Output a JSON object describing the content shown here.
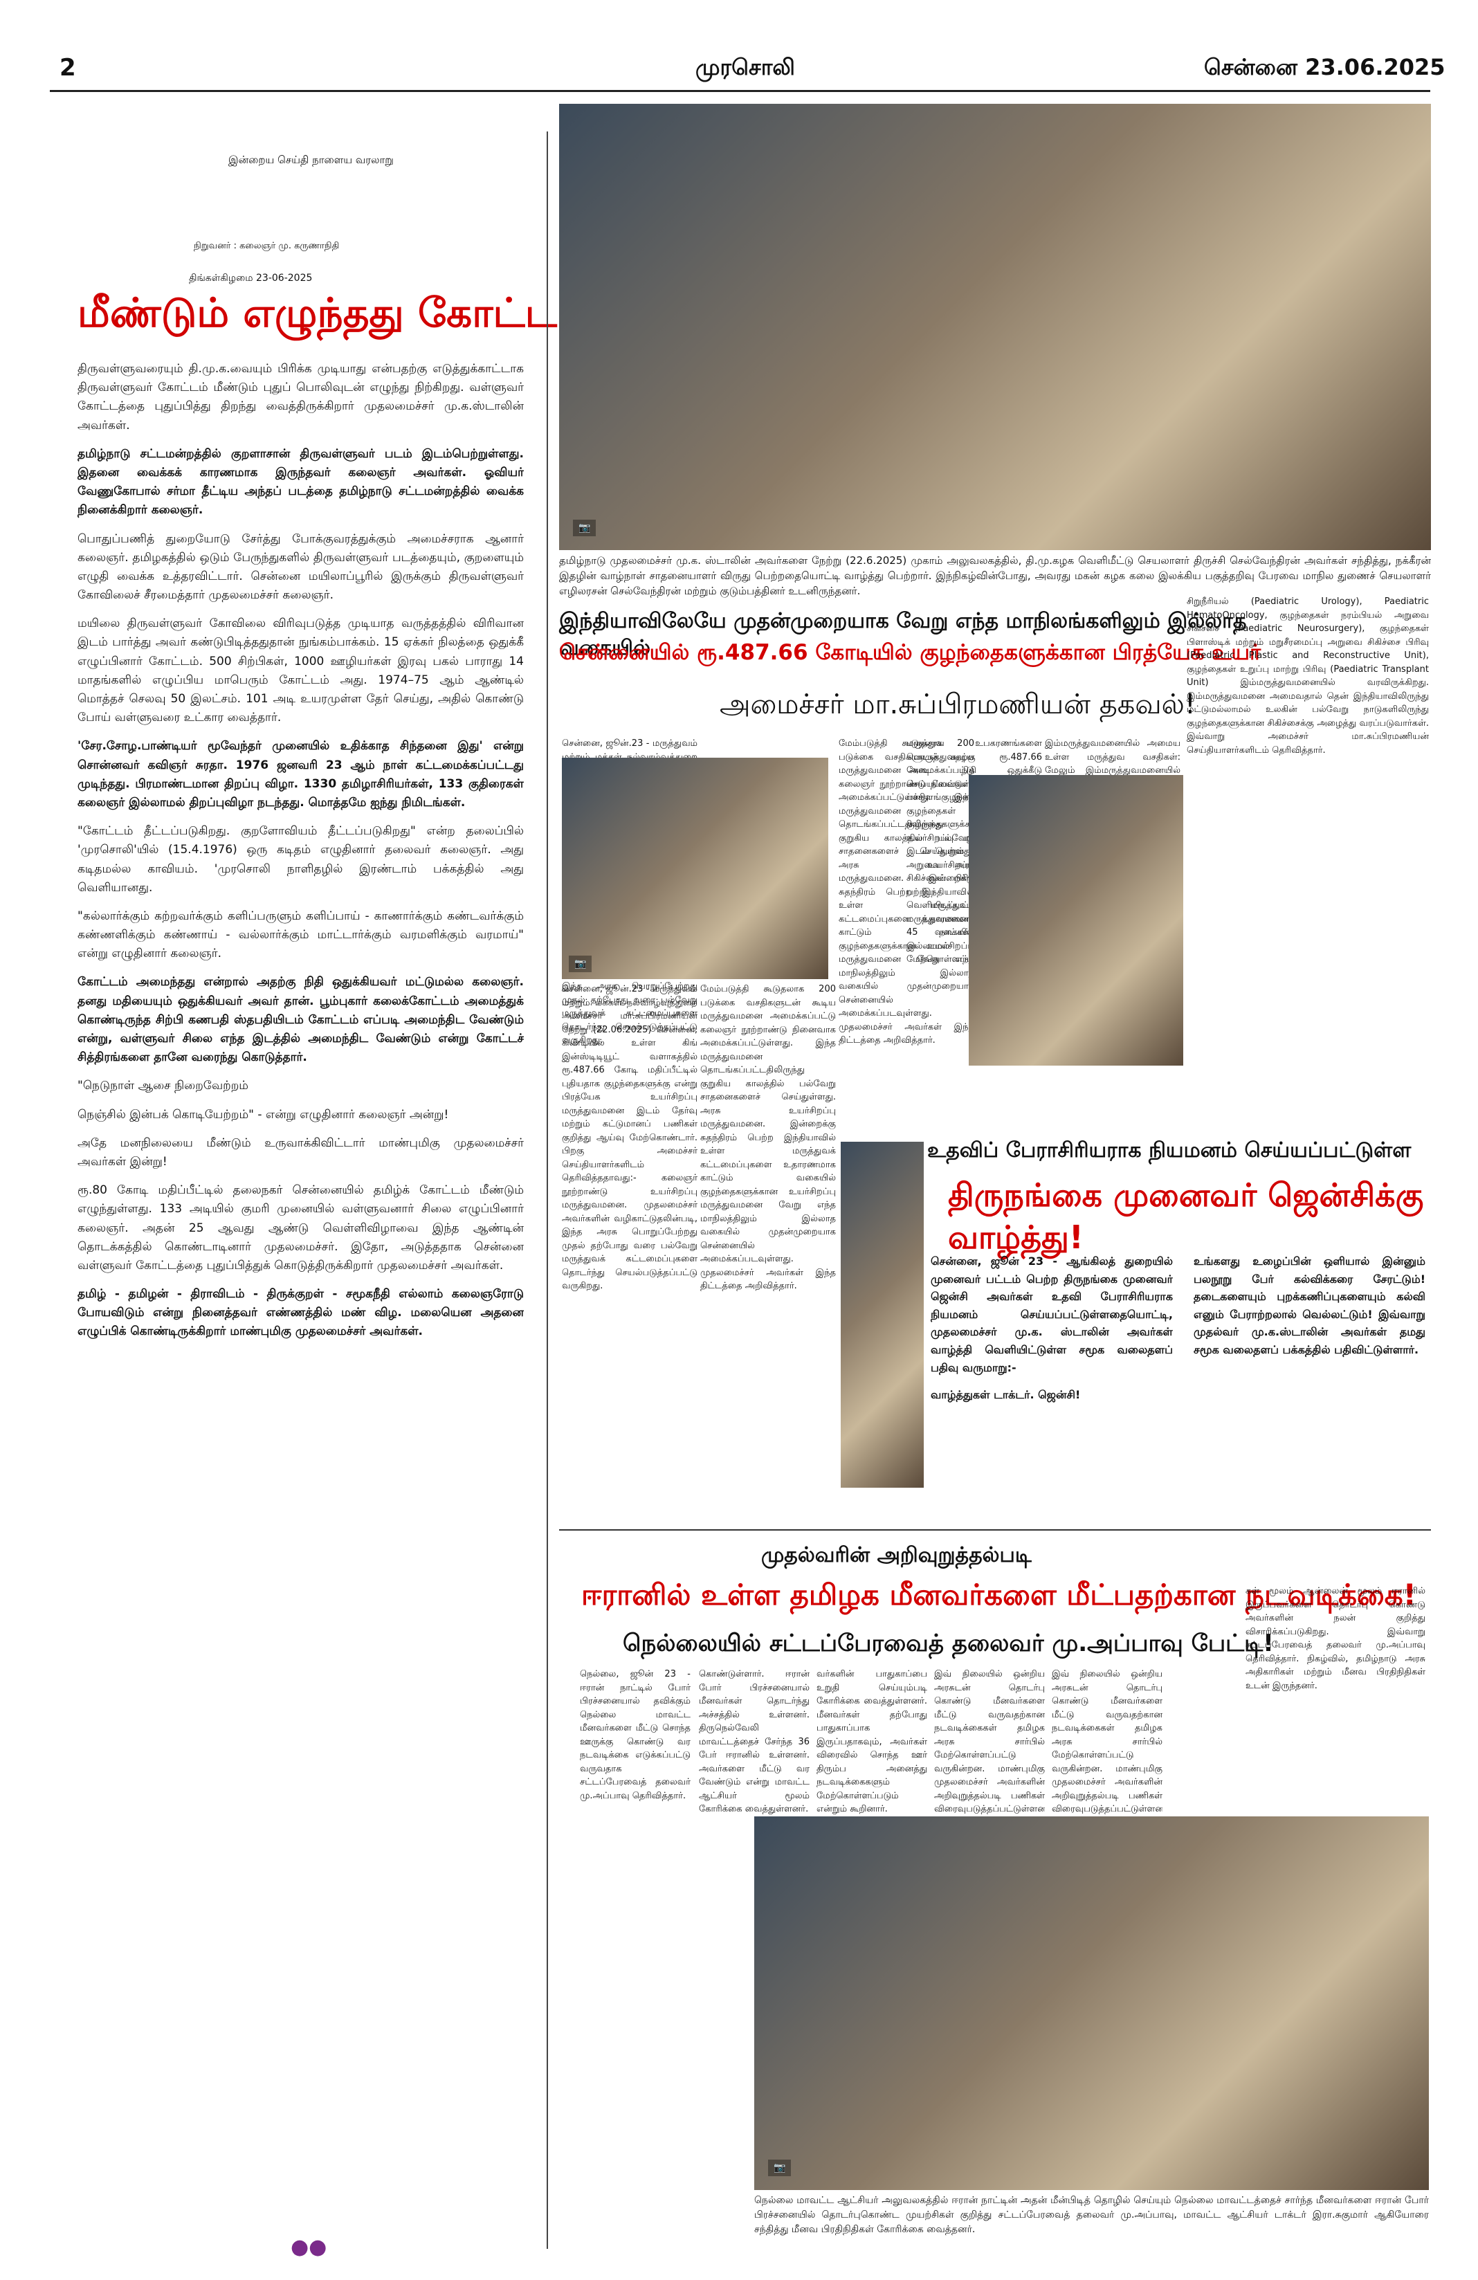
{
  "header": {
    "page_no": "2",
    "paper": "முரசொலி",
    "dateline": "சென்னை 23.06.2025"
  },
  "masthead": {
    "tagline": "இன்றைய செய்தி நாளைய வரலாறு",
    "founder": "நிறுவனர் : கலைஞர் மு. கருணாநிதி",
    "date": "திங்கள்கிழமை 23-06-2025"
  },
  "editorial": {
    "headline": "மீண்டும் எழுந்தது கோட்டம்!",
    "paras": [
      "திருவள்ளுவரையும் தி.மு.க.வையும் பிரிக்க முடியாது என்பதற்கு எடுத்துக்காட்டாக திருவள்ளுவர் கோட்டம் மீண்டும் புதுப் பொலிவுடன் எழுந்து நிற்கிறது. வள்ளுவர் கோட்டத்தை புதுப்பித்து திறந்து வைத்திருக்கிறார் முதலமைச்சர் மு.க.ஸ்டாலின் அவர்கள்.",
      "தமிழ்நாடு சட்டமன்றத்தில் குறளாசான் திருவள்ளுவர் படம் இடம்பெற்றுள்ளது. இதனை வைக்கக் காரணமாக இருந்தவர் கலைஞர் அவர்கள். ஓவியர் வேணுகோபால் சர்மா தீட்டிய அந்தப் படத்தை தமிழ்நாடு சட்டமன்றத்தில் வைக்க நினைக்கிறார் கலைஞர்.",
      "பொதுப்பணித் துறையோடு சேர்த்து போக்குவரத்துக்கும் அமைச்சராக ஆனார் கலைஞர். தமிழகத்தில் ஒடும் பேருந்துகளில் திருவள்ளுவர் படத்தையும், குறளையும் எழுதி வைக்க உத்தரவிட்டார். சென்னை மயிலாப்பூரில் இருக்கும் திருவள்ளுவர் கோவிலைச் சீரமைத்தார் முதலமைச்சர் கலைஞர்.",
      "மயிலை திருவள்ளுவர் கோவிலை விரிவுபடுத்த முடியாத வருத்தத்தில் விரிவான இடம் பார்த்து அவர் கண்டுபிடித்ததுதான் நுங்கம்பாக்கம். 15 ஏக்கர் நிலத்தை ஒதுக்கீ எழுப்பினார் கோட்டம். 500 சிற்பிகள், 1000 ஊழியர்கள் இரவு பகல் பாராது 14 மாதங்களில் எழுப்பிய மாபெரும் கோட்டம் அது. 1974–75 ஆம் ஆண்டில் மொத்தச் செலவு 50 இலட்சம். 101 அடி உயரமுள்ள தேர் செய்து, அதில் கொண்டு போய் வள்ளுவரை உட்கார வைத்தார்.",
      "'சேர.சோழ.பாண்டியர் மூவேந்தர் முனையில் உதிக்காத சிந்தனை இது' என்று சொன்னவர் கவிஞர் சுரதா. 1976 ஜனவரி 23 ஆம் நாள் கட்டமைக்கப்பட்டது முடிந்தது. பிரமாண்டமான திறப்பு விழா. 1330 தமிழாசிரியர்கள், 133 குதிரைகள் கலைஞர் இல்லாமல் திறப்புவிழா நடந்தது. மொத்தமே ஐந்து நிமிடங்கள்.",
      "\"கோட்டம் தீட்டப்படுகிறது. குறளோவியம் தீட்டப்படுகிறது\" என்ற தலைப்பில் 'முரசொலி'யில் (15.4.1976) ஒரு கடிதம் எழுதினார் தலைவர் கலைஞர். அது கடிதமல்ல காவியம். 'முரசொலி நாளிதழில் இரண்டாம் பக்கத்தில் அது வெளியானது.",
      "\"கல்லார்க்கும் கற்றவர்க்கும் களிப்பருளும் களிப்பாய் - காணார்க்கும் கண்டவர்க்கும் கண்ணளிக்கும் கண்ணாய் - வல்லார்க்கும் மாட்டார்க்கும் வரமளிக்கும் வரமாய்\" என்று எழுதினார் கலைஞர்.",
      "கோட்டம் அமைந்தது என்றால் அதற்கு நிதி ஒதுக்கியவர் மட்டுமல்ல கலைஞர். தனது மதியையும் ஒதுக்கியவர் அவர் தான். பூம்புகார் கலைக்கோட்டம் அமைத்துக் கொண்டிருந்த சிற்பி கணபதி ஸ்தபதியிடம் கோட்டம் எப்படி அமைந்திட வேண்டும் என்று, வள்ளுவர் சிலை எந்த இடத்தில் அமைந்திட வேண்டும் என்று கோட்டச் சித்திரங்களை தானே வரைந்து கொடுத்தார்.",
      "\"நெடுநாள் ஆசை நிறைவேற்றம்",
      "நெஞ்சில் இன்பக் கொடியேற்றம்\" - என்று எழுதினார் கலைஞர் அன்று!",
      "அதே மனநிலையை மீண்டும் உருவாக்கிவிட்டார் மாண்புமிகு முதலமைச்சர் அவர்கள் இன்று!",
      "ரூ.80 கோடி மதிப்பீட்டில் தலைநகர் சென்னையில் தமிழ்க் கோட்டம் மீண்டும் எழுந்துள்ளது. 133 அடியில் குமரி முனையில் வள்ளுவனார் சிலை எழுப்பினார் கலைஞர். அதன் 25 ஆவது ஆண்டு வெள்ளிவிழாவை இந்த ஆண்டின் தொடக்கத்தில் கொண்டாடினார் முதலமைச்சர். இதோ, அடுத்ததாக சென்னை வள்ளுவர் கோட்டத்தை புதுப்பித்துக் கொடுத்திருக்கிறார் முதலமைச்சர் அவர்கள்.",
      "தமிழ் - தமிழன் - திராவிடம் - திருக்குறள் - சமூகநீதி எல்லாம் கலைஞரோடு போயவிடும் என்று நினைத்தவர் எண்ணத்தில் மண் விழ. மலையென அதனை எழுப்பிக் கொண்டிருக்கிறார் மாண்புமிகு முதலமைச்சர் அவர்கள்."
    ],
    "end_mark": "●●"
  },
  "top_story": {
    "caption": "தமிழ்நாடு முதலமைச்சர் மு.க. ஸ்டாலின் அவர்களை நேற்று (22.6.2025) முகாம் அலுவலகத்தில், தி.மு.கழக வெளிமீட்டு செயலாளர் திருச்சி செல்வேந்திரன் அவர்கள் சந்தித்து, நக்கீரன் இதழின் வாழ்நாள் சாதனையாளர் விருது பெற்றதையொட்டி வாழ்த்து பெற்றார். இந்நிகழ்வின்போது, அவரது மகன் கழக கலை இலக்கிய பகுத்தறிவு பேரவை மாநில துணைச் செயலாளர் எழிலரசன் செல்வேந்திரன் மற்றும் குடும்பத்தினர் உடனிருந்தனர்.",
    "kicker": "இந்தியாவிலேயே முதன்முறையாக வேறு எந்த மாநிலங்களிலும் இல்லாத வகையில்",
    "headline": "சென்னையில் ரூ.487.66 கோடியில் குழந்தைகளுக்கான பிரத்யேக உயர்சிறப்பு மருத்துவமனை கட்டப்படும்!",
    "subhead": "அமைச்சர் மா.சுப்பிரமணியன் தகவல்!",
    "col1": "சென்னை, ஜூன்.23 - மருத்துவம் மற்றும் மக்கள் நல்வாழ்வுத்துறை அமைச்சர் மா.சுப்பிரமணியன் நேற்று (22.06.2025) சென்னை, கிண்டியில் உள்ள கிங் இன்ஸ்டிடியூட் வளாகத்தில் ரூ.487.66 கோடி மதிப்பீட்டில் புதியதாக குழந்தைகளுக்கு என்று பிரத்யேக உயர்சிறப்பு மருத்துவமனை இடம் தேர்வு மற்றும் கட்டுமானப் பணிகள் குறித்து ஆய்வு மேற்கொண்டார். பிறகு அமைச்சர் செய்தியாளர்களிடம் தெரிவித்ததாவது:- கலைஞர் நூற்றாண்டு உயர்சிறப்பு மருத்துவமனை. முதலமைச்சர் அவர்களின் வழிகாட்டுதலின்படி, இந்த அரசு பொறுப்பேற்றது முதல் தற்போது வரை பல்வேறு மருத்துவக் கட்டமைப்புகளை தொடர்ந்து செயல்படுத்தப்பட்டு வருகிறது.",
    "col2": "மேம்படுத்தி கூடுதலாக 200 படுக்கை வசதிகளுடன் கூடிய மருத்துவமனை அமைக்கப்பட்டு கலைஞர் நூற்றாண்டு நினைவாக அமைக்கப்பட்டுள்ளது. இந்த மருத்துவமனை தொடங்கப்பட்டதிலிருந்து குறுகிய காலத்தில் பல்வேறு சாதனைகளைச் செய்துள்ளது. அரசு உயர்சிறப்பு மருத்துவமனை. இன்றைக்கு சுதந்திரம் பெற்ற இந்தியாவில் உள்ள மருத்துவக் கட்டமைப்புகளை உதாரணமாக காட்டும் வகையில் குழந்தைகளுக்கான உயர்சிறப்பு மருத்துவமனை வேறு எந்த மாநிலத்திலும் இல்லாத வகையில் முதன்முறையாக சென்னையில் அமைக்கப்படவுள்ளது. முதலமைச்சர் அவர்கள் இந்த திட்டத்தை அறிவித்தார்.",
    "col3": "மருத்துவ உபகரணங்களை பொருத்துவதற்கு ரூ.487.66 கோடி நிதி ஒதுக்கீடு செய்யப்பட்டுள்ளது. தமிழ்நாடு பச்சிளங்குழந்தைகள் மற்றும் குழந்தைகள் நலப்பிரிவு. குழந்தைகளுக்கான பிரத்யேக உயர்சிறப்பு மருத்துவமனையில் இடம் பெறும் சிறப்பு துறைகள், அறுவை அரங்கங்கள், தீவிர சிகிச்சைப் பிரிவுகள் ஆகியவை பற்றிய விவரங்கள் வெளியிடப்பட்டன. புதிய மருத்துவமனை அமைப்பதற்காக 45 நாட்கள் இடைவெளி இல்லாமல் பணிகள் மேற்கொள்ளப்படும்.",
    "col4": "இம்மருத்துவமனையில் அமைய உள்ள மருத்துவ வசதிகள்: மேலும் இம்மருத்துவமனையில் அதிநவீன மருத்துவ வசதிகள் இடம்பெறும். இதில் குழந்தைகளுக்கான மருத்துவம், குழந்தைகள் இதய சிகிச்சை, சிறுநீரகவியல், நரம்பியல் மருத்துவம், Biochemistry, Microbiology, Pathology, Imaging suite CT, MRI, USG, X-ray போன்ற அதிநவீன மருத்துவ வசதிகள், State of Art Facility என்கின்ற வகையில் Interventional Radiology, Cath Lab, Cath ICU, Dialysis Unit, Endoscopy SUITE போன்ற வசதிகளும் அமைய உள்ளன.",
    "col5": "சிறுநீரியல் (Paediatric Urology), Paediatric HematoOncology, குழந்தைகள் நரம்பியல் அறுவை சிகிச்சை (Paediatric Neurosurgery), குழந்தைகள் பிளாஸ்டிக் மற்றும் மறுசீரமைப்பு அறுவை சிகிச்சை பிரிவு (Paediatric Plastic and Reconstructive Unit), குழந்தைகள் உறுப்பு மாற்று பிரிவு (Paediatric Transplant Unit) இம்மருத்துவமனையில் வரவிருக்கிறது. இம்மருத்துவமனை அமைவதால் தென் இந்தியாவிலிருந்து மட்டுமல்லாமல் உலகின் பல்வேறு நாடுகளிலிருந்து குழந்தைகளுக்கான சிகிச்சைக்கு அழைத்து வரப்படுவார்கள். இவ்வாறு அமைச்சர் மா.சுப்பிரமணியன் செய்தியாளர்களிடம் தெரிவித்தார்."
  },
  "congrats": {
    "kicker": "உதவிப் பேராசிரியராக நியமனம் செய்யப்பட்டுள்ள",
    "headline": "திருநங்கை முனைவர் ஜென்சிக்கு வாழ்த்து!",
    "col1": "சென்னை, ஜூன் 23 - ஆங்கிலத் துறையில் முனைவர் பட்டம் பெற்ற திருநங்கை முனைவர் ஜென்சி அவர்கள் உதவி பேராசிரியராக நியமனம் செய்யப்பட்டுள்ளதையொட்டி, முதலமைச்சர் மு.க. ஸ்டாலின் அவர்கள் வாழ்த்தி வெளியிட்டுள்ள சமூக வலைதளப் பதிவு வருமாறு:-",
    "signoff": "வாழ்த்துகள் டாக்டர். ஜென்சி!",
    "col2": "உங்களது உழைப்பின் ஒளியால் இன்னும் பலநூறு பேர் கல்விக்கரை சேரட்டும்! தடைகளையும் புறக்கணிப்புகளையும் கல்வி எனும் பேராற்றலால் வெல்லட்டும்! இவ்வாறு முதல்வர் மு.க.ஸ்டாலின் அவர்கள் தமது சமூக வலைதளப் பக்கத்தில் பதிவிட்டுள்ளார்."
  },
  "fisher_story": {
    "kicker": "முதல்வரின் அறிவுறுத்தல்படி",
    "headline": "ஈரானில் உள்ள தமிழக மீனவர்களை மீட்பதற்கான நடவடிக்கை!",
    "subhead": "நெல்லையில் சட்டப்பேரவைத் தலைவர் மு.அப்பாவு பேட்டி!",
    "col1": "நெல்லை, ஜூன் 23 - ஈரான் நாட்டில் போர் பிரச்சனையால் தவிக்கும் நெல்லை மாவட்ட மீனவர்களை மீட்டு சொந்த ஊருக்கு கொண்டு வர நடவடிக்கை எடுக்கப்பட்டு வருவதாக சட்டப்பேரவைத் தலைவர் மு.அப்பாவு தெரிவித்தார்.",
    "col2": "கொண்டுள்ளார். ஈரான் போர் பிரச்சனையால் மீனவர்கள் தொடர்ந்து அச்சத்தில் உள்ளனர். திருநெல்வேலி மாவட்டத்தைச் சேர்ந்த 36 பேர் ஈரானில் உள்ளனர். அவர்களை மீட்டு வர வேண்டும் என்று மாவட்ட ஆட்சியர் மூலம் கோரிக்கை வைத்துள்ளனர்.",
    "col3": "வர்களின் பாதுகாப்பை உறுதி செய்யும்படி கோரிக்கை வைத்துள்ளனர். மீனவர்கள் தற்போது பாதுகாப்பாக இருப்பதாகவும், அவர்கள் விரைவில் சொந்த ஊர் திரும்ப அனைத்து நடவடிக்கைகளும் மேற்கொள்ளப்படும் என்றும் கூறினார்.",
    "col4": "இவ் நிலையில் ஒன்றிய அரசுடன் தொடர்பு கொண்டு மீனவர்களை மீட்டு வருவதற்கான நடவடிக்கைகள் தமிழக அரசு சார்பில் மேற்கொள்ளப்பட்டு வருகின்றன. மாண்புமிகு முதலமைச்சர் அவர்களின் அறிவுறுத்தல்படி பணிகள் விரைவுபடுத்தப்பட்டுள்ளன.",
    "col5": "கள் மூலம் ஆன்லைன் மூலம் ஈரானில் இருப்பவர்களை தொடர்பு கொண்டு அவர்களின் நலன் குறித்து விசாரிக்கப்படுகிறது. இவ்வாறு சட்டப்பேரவைத் தலைவர் மு.அப்பாவு தெரிவித்தார். நிகழ்வில், தமிழ்நாடு அரசு அதிகாரிகள் மற்றும் மீனவ பிரதிநிதிகள் உடன் இருந்தனர்.",
    "caption": "நெல்லை மாவட்ட ஆட்சியர் அலுவலகத்தில் ஈரான் நாட்டின் அதன் மீன்பிடித் தொழில் செய்யும் நெல்லை மாவட்டத்தைச் சார்ந்த மீனவர்களை ஈரான் போர் பிரச்சனையில் தொடர்புகொண்ட முயற்சிகள் குறித்து சட்டப்பேரவைத் தலைவர் மு.அப்பாவு, மாவட்ட ஆட்சியர் டாக்டர் இரா.சுகுமார் ஆகியோரை சந்தித்து மீனவ பிரதிநிதிகள் கோரிக்கை வைத்தனர்."
  }
}
